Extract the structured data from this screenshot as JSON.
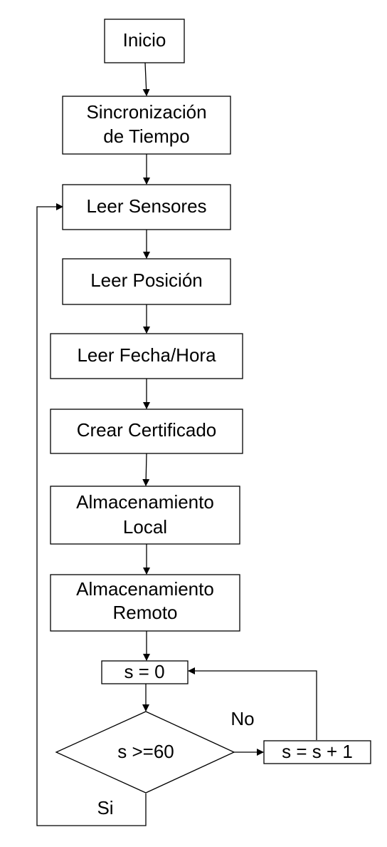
{
  "nodes": {
    "inicio": {
      "lines": [
        "Inicio"
      ]
    },
    "sincronizacion": {
      "lines": [
        "Sincronización",
        "de Tiempo"
      ]
    },
    "leer_sensores": {
      "lines": [
        "Leer Sensores"
      ]
    },
    "leer_posicion": {
      "lines": [
        "Leer Posición"
      ]
    },
    "leer_fecha": {
      "lines": [
        "Leer Fecha/Hora"
      ]
    },
    "crear_certificado": {
      "lines": [
        "Crear Certificado"
      ]
    },
    "almacenamiento_local": {
      "lines": [
        "Almacenamiento",
        "Local"
      ]
    },
    "almacenamiento_remoto": {
      "lines": [
        "Almacenamiento",
        "Remoto"
      ]
    },
    "s_cero": {
      "lines": [
        "s = 0"
      ]
    },
    "decision": {
      "lines": [
        "s >=60"
      ]
    },
    "incremento": {
      "lines": [
        "s = s + 1"
      ]
    }
  },
  "edge_labels": {
    "no": "No",
    "si": "Si"
  }
}
